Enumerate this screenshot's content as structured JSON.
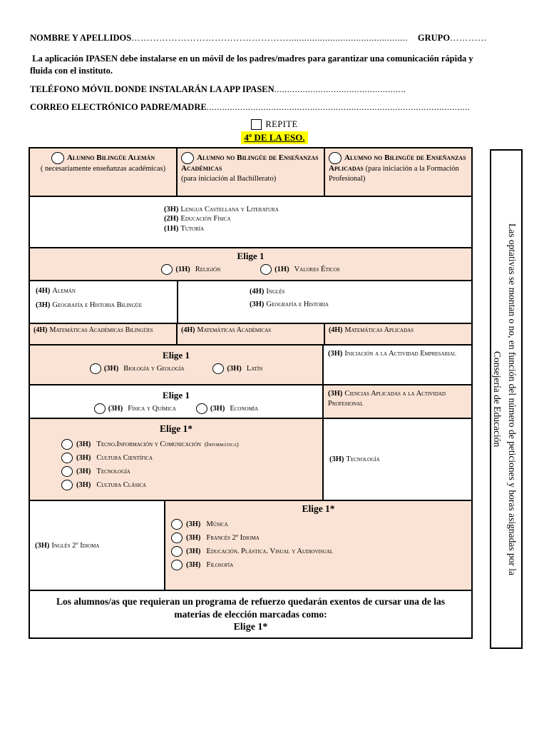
{
  "colors": {
    "peach": "#FAE3D4",
    "highlight": "#FFFF00"
  },
  "header": {
    "name_label": "NOMBRE Y APELLIDOS",
    "name_dots": "……………………………………………..............................................",
    "group_label": "GRUPO",
    "group_dots": "……………………",
    "ipasen_paragraph": " La aplicación IPASEN debe instalarse en un móvil de los padres/madres para garantizar una comunicación rápida y fluida con el instituto.",
    "phone_label": "TELÉFONO MÓVIL DONDE INSTALARÁN LA APP IPASEN",
    "phone_dots": "...................................................",
    "email_label": "CORREO ELECTRÓNICO PADRE/MADRE",
    "email_dots": "......................................................................................................",
    "repite_label": "REPITE",
    "eso_title": "4º DE LA ESO."
  },
  "sidebar": {
    "line1": "Las optativas se montan o no, en función del número de peticiones y horas asignadas por la",
    "line2": "Consejería de Educación"
  },
  "table": {
    "headers": [
      {
        "title": "Alumno Bilingüe Alemán",
        "note": "( necesariamente enseñanzas académicas)"
      },
      {
        "title": "Alumno no Bilingüe de Enseñanzas Académicas",
        "note": "(para iniciación al Bachillerato)"
      },
      {
        "title": "Alumno no Bilingüe de Enseñanzas  Aplicadas",
        "note": "(para iniciación a la Formación Profesional)"
      }
    ],
    "common": [
      {
        "hours": "(3H)",
        "name": "Lengua Castellana y Literatura"
      },
      {
        "hours": "(2H)",
        "name": "Educación Física"
      },
      {
        "hours": "(1H)",
        "name": "Tutoría"
      }
    ],
    "religion": {
      "title": "Elige 1",
      "options": [
        {
          "hours": "(1H)",
          "name": "Religión"
        },
        {
          "hours": "(1H)",
          "name": "Valores Éticos"
        }
      ]
    },
    "languages": {
      "left": [
        {
          "hours": "(4H)",
          "name": "Alemán"
        },
        {
          "hours": "(3H)",
          "name": "Geografía e Historia Bilingüe"
        }
      ],
      "right": [
        {
          "hours": "(4H)",
          "name": "Inglés"
        },
        {
          "hours": "(3H)",
          "name": "Geografía e Historia"
        }
      ]
    },
    "maths": [
      {
        "hours": "(4H)",
        "name": "Matemáticas Académicas Bilingües"
      },
      {
        "hours": "(4H)",
        "name": "Matemáticas Académicas"
      },
      {
        "hours": "(4H)",
        "name": "Matemáticas Aplicadas"
      }
    ],
    "science": {
      "title": "Elige 1",
      "options": [
        {
          "hours": "(3H)",
          "name": "Biología y Geología"
        },
        {
          "hours": "(3H)",
          "name": "Latín"
        }
      ],
      "right": {
        "hours": "(3H)",
        "name": "Iniciación a la Actividad Empresarial"
      }
    },
    "physics": {
      "title": "Elige 1",
      "options": [
        {
          "hours": "(3H)",
          "name": "Física y Química"
        },
        {
          "hours": "(3H)",
          "name": "Economía"
        }
      ],
      "right": {
        "hours": "(3H)",
        "name": "Ciencias Aplicadas a la Actividad Profesional"
      }
    },
    "tecno": {
      "title": "Elige 1*",
      "options": [
        {
          "hours": "(3H)",
          "name": "Tecno.Información y Comunicación",
          "suffix": "(Informática)"
        },
        {
          "hours": "(3H)",
          "name": "Cultura Científica",
          "suffix": ""
        },
        {
          "hours": "(3H)",
          "name": "Tecnología",
          "suffix": ""
        },
        {
          "hours": "(3H)",
          "name": "Cultura Clásica",
          "suffix": ""
        }
      ],
      "right": {
        "hours": "(3H)",
        "name": "Tecnología"
      }
    },
    "optativas": {
      "left": {
        "hours": "(3H)",
        "name": "Inglés 2º Idioma"
      },
      "title": "Elige 1*",
      "options": [
        {
          "hours": "(3H)",
          "name": "Música"
        },
        {
          "hours": "(3H)",
          "name": "Francés 2º Idioma"
        },
        {
          "hours": "(3H)",
          "name": "Educación. Plástica. Visual y Audiovisual"
        },
        {
          "hours": "(3H)",
          "name": "Filosofía"
        }
      ]
    },
    "footer": {
      "text": "Los alumnos/as que requieran un programa de refuerzo quedarán exentos de cursar una de las materias de elección marcadas como:",
      "title": "Elige 1*"
    }
  }
}
